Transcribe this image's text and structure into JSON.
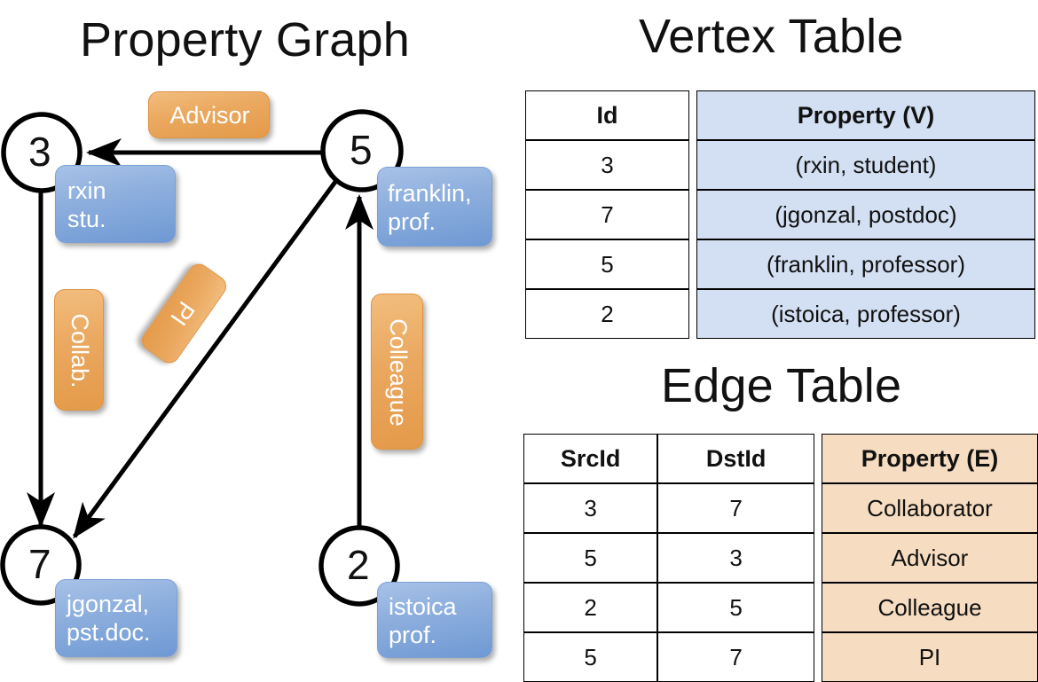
{
  "titles": {
    "property_graph": "Property Graph",
    "vertex_table": "Vertex Table",
    "edge_table": "Edge Table"
  },
  "colors": {
    "vertex_property_fill": "#d3dff2",
    "edge_property_fill": "#f6ddc1",
    "vertex_box": "#7da0d4",
    "edge_box": "#e49a49",
    "stroke": "#000000"
  },
  "graph": {
    "nodes": [
      {
        "id": "3",
        "property_line1": "rxin",
        "property_line2": "stu."
      },
      {
        "id": "5",
        "property_line1": "franklin,",
        "property_line2": "prof."
      },
      {
        "id": "7",
        "property_line1": "jgonzal,",
        "property_line2": "pst.doc."
      },
      {
        "id": "2",
        "property_line1": "istoica",
        "property_line2": "prof."
      }
    ],
    "edge_labels": [
      {
        "name": "advisor",
        "label": "Advisor"
      },
      {
        "name": "collab",
        "label": "Collab."
      },
      {
        "name": "pi",
        "label": "PI"
      },
      {
        "name": "colleague",
        "label": "Colleague"
      }
    ],
    "edges": [
      {
        "src": "5",
        "dst": "3",
        "label": "Advisor"
      },
      {
        "src": "3",
        "dst": "7",
        "label": "Collab."
      },
      {
        "src": "5",
        "dst": "7",
        "label": "PI"
      },
      {
        "src": "2",
        "dst": "5",
        "label": "Colleague"
      }
    ]
  },
  "vertex_table": {
    "headers": [
      "Id",
      "Property (V)"
    ],
    "rows": [
      {
        "id": "3",
        "property": "(rxin, student)"
      },
      {
        "id": "7",
        "property": "(jgonzal, postdoc)"
      },
      {
        "id": "5",
        "property": "(franklin, professor)"
      },
      {
        "id": "2",
        "property": "(istoica, professor)"
      }
    ]
  },
  "edge_table": {
    "headers": [
      "SrcId",
      "DstId",
      "Property (E)"
    ],
    "rows": [
      {
        "src": "3",
        "dst": "7",
        "property": "Collaborator"
      },
      {
        "src": "5",
        "dst": "3",
        "property": "Advisor"
      },
      {
        "src": "2",
        "dst": "5",
        "property": "Colleague"
      },
      {
        "src": "5",
        "dst": "7",
        "property": "PI"
      }
    ]
  }
}
